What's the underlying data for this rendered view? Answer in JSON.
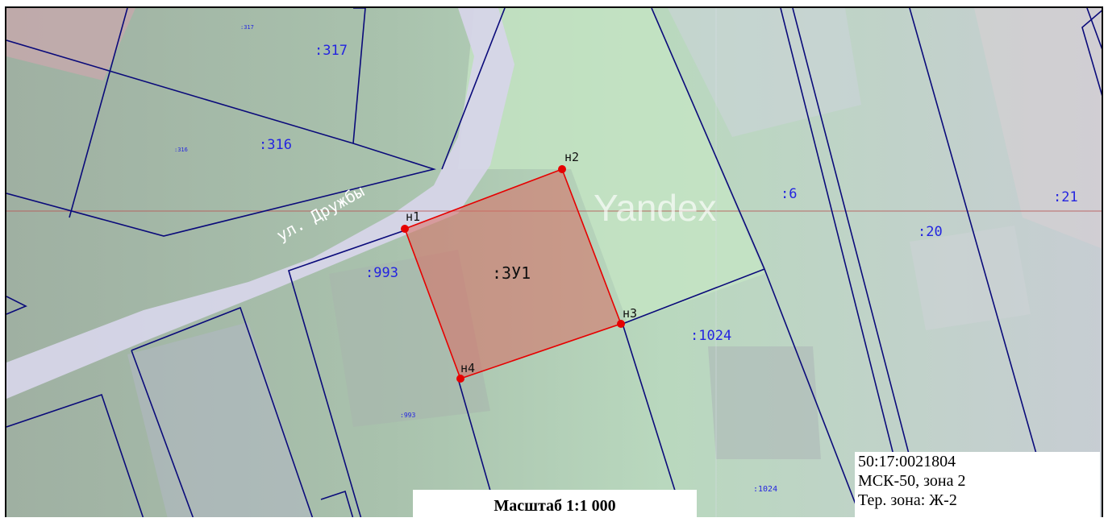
{
  "map": {
    "street_label": "ул. Дружбы",
    "watermark": "Yandex",
    "parcels": {
      "p317_big": ":317",
      "p317_small": ":317",
      "p316_big": ":316",
      "p316_small": ":316",
      "p993_big": ":993",
      "p993_small": ":993",
      "p1024_big": ":1024",
      "p1024_small": ":1024",
      "p6": ":6",
      "p20": ":20",
      "p21": ":21",
      "zu1": ":ЗУ1"
    },
    "points": {
      "n1": "н1",
      "n2": "н2",
      "n3": "н3",
      "n4": "н4"
    },
    "colors": {
      "boundary": "#0a0a7a",
      "new_parcel": "#e60000",
      "label_blue": "#2424e0"
    }
  },
  "info": {
    "cadastral_quarter": "50:17:0021804",
    "coordinate_system": "МСК-50, зона 2",
    "territorial_zone": "Тер. зона: Ж-2"
  },
  "scale": {
    "label": "Масштаб 1:1 000"
  }
}
